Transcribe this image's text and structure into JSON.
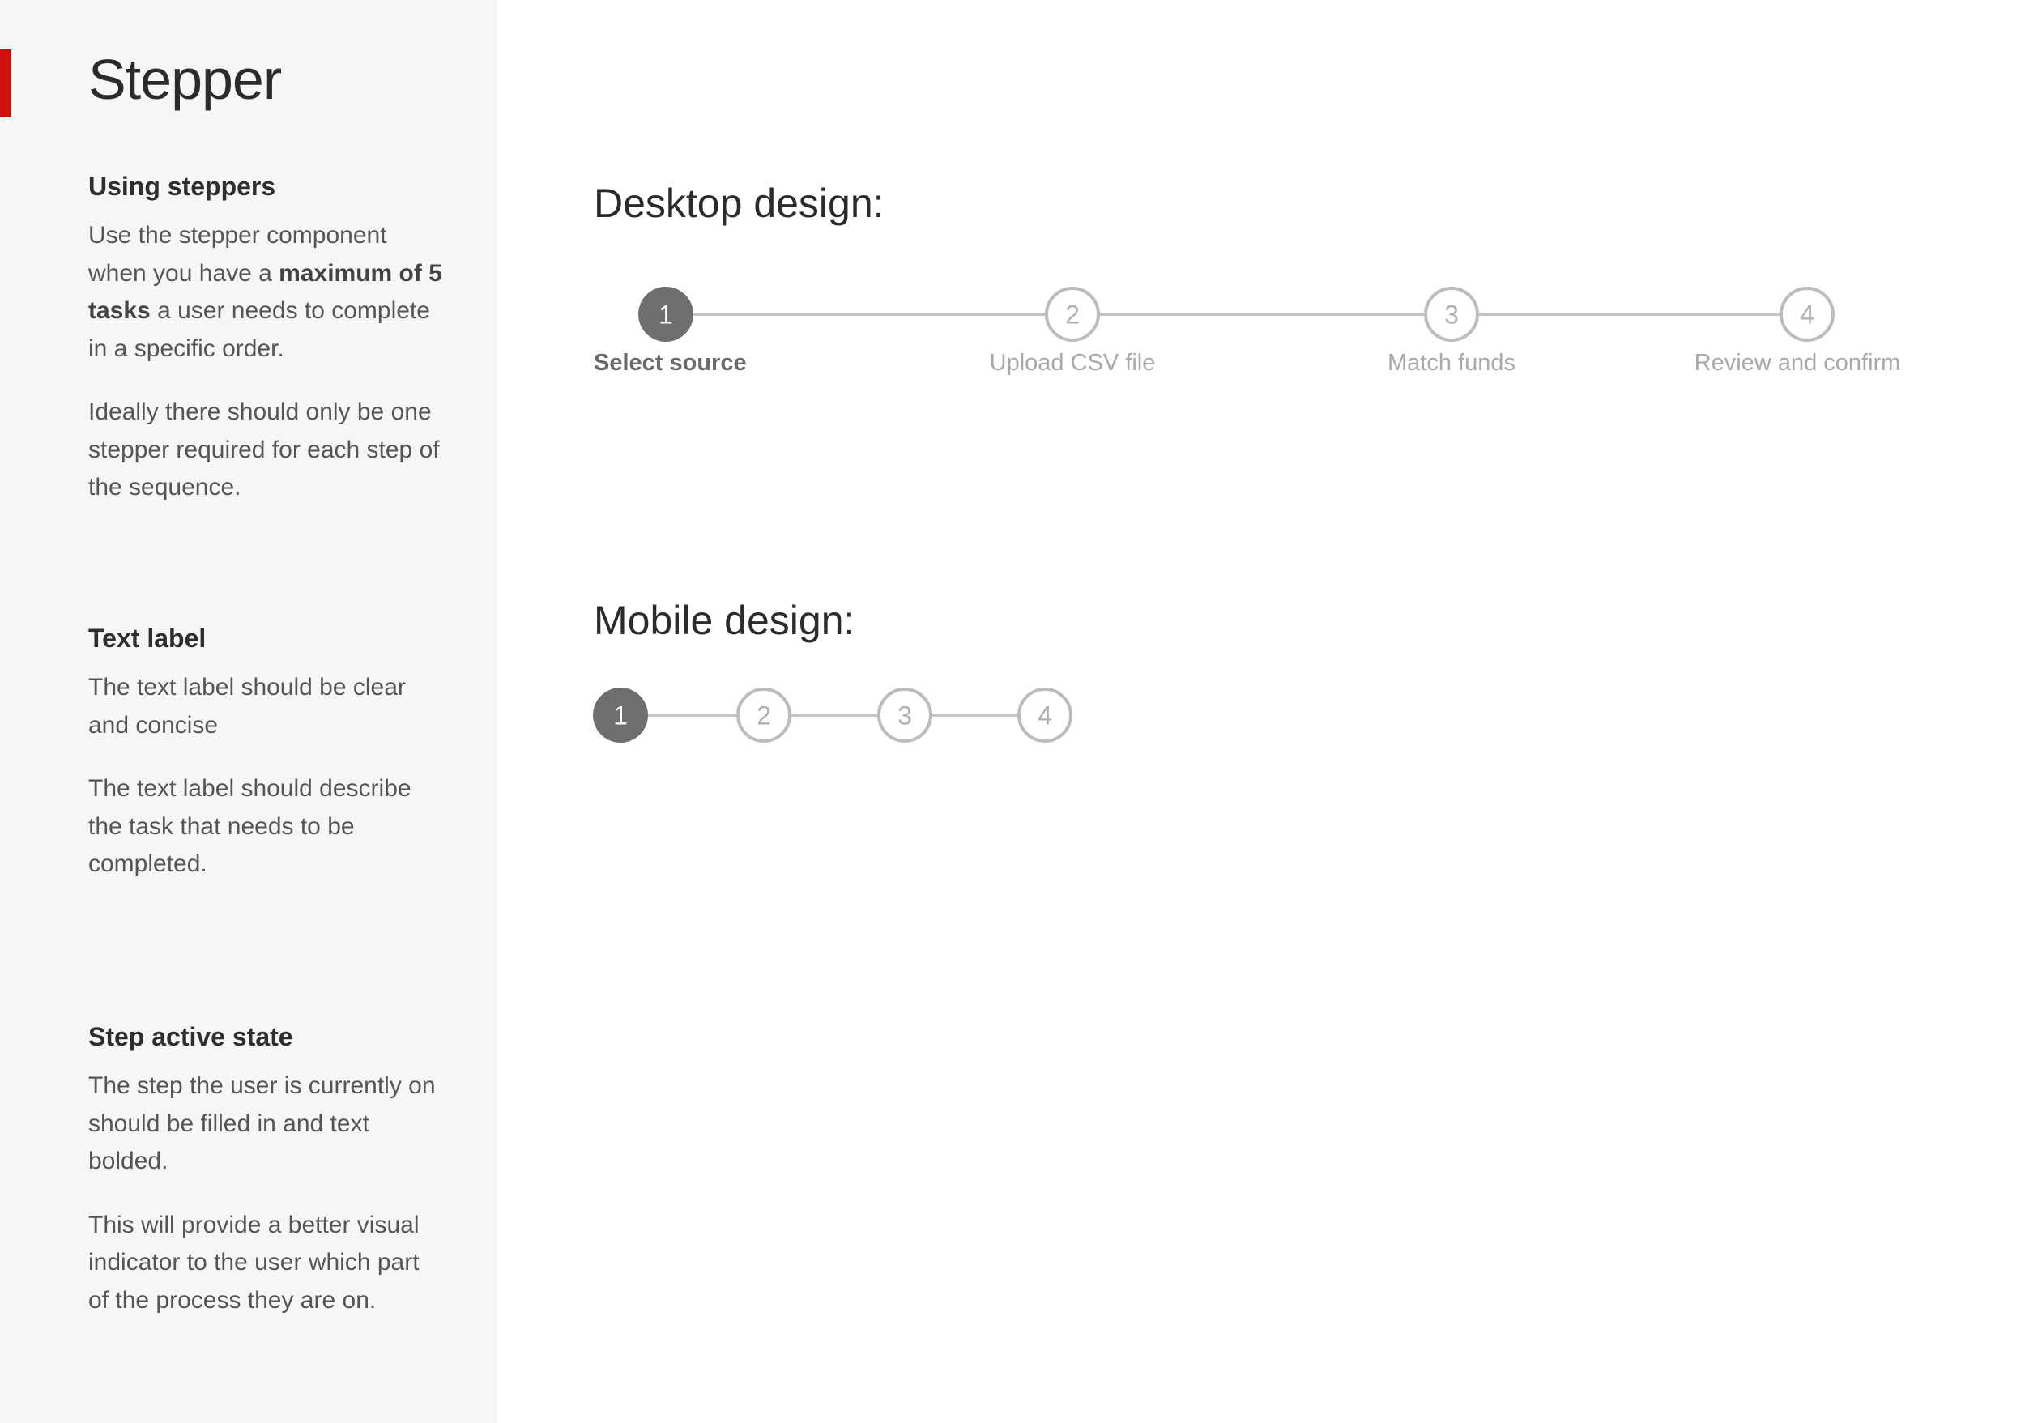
{
  "sidebar": {
    "title": "Stepper",
    "accent_color": "#d0100f",
    "sections": [
      {
        "heading": "Using steppers",
        "p1_a": "Use the stepper component when you have a ",
        "p1_b": "maximum of 5 tasks",
        "p1_c": " a user needs to complete in a specific order.",
        "p2": "Ideally there should only be one stepper required for each step of the sequence."
      },
      {
        "heading": "Text label",
        "p1": "The text label should be clear and concise",
        "p2": "The text label should describe the task that needs to be completed."
      },
      {
        "heading": "Step active state",
        "p1": "The step the user is currently on should be filled in and text bolded.",
        "p2": "This will provide a better visual indicator to the user which part of the process they are on."
      }
    ]
  },
  "desktop": {
    "heading": "Desktop design:",
    "active_step": 1,
    "steps": [
      {
        "number": "1",
        "label": "Select source"
      },
      {
        "number": "2",
        "label": "Upload CSV file"
      },
      {
        "number": "3",
        "label": "Match funds"
      },
      {
        "number": "4",
        "label": "Review and confirm"
      }
    ]
  },
  "mobile": {
    "heading": "Mobile design:",
    "active_step": 1,
    "steps": [
      {
        "number": "1"
      },
      {
        "number": "2"
      },
      {
        "number": "3"
      },
      {
        "number": "4"
      }
    ]
  },
  "colors": {
    "active": "#6e6e6e",
    "inactive": "#bcbcbc",
    "connector": "#c4c4c4"
  }
}
